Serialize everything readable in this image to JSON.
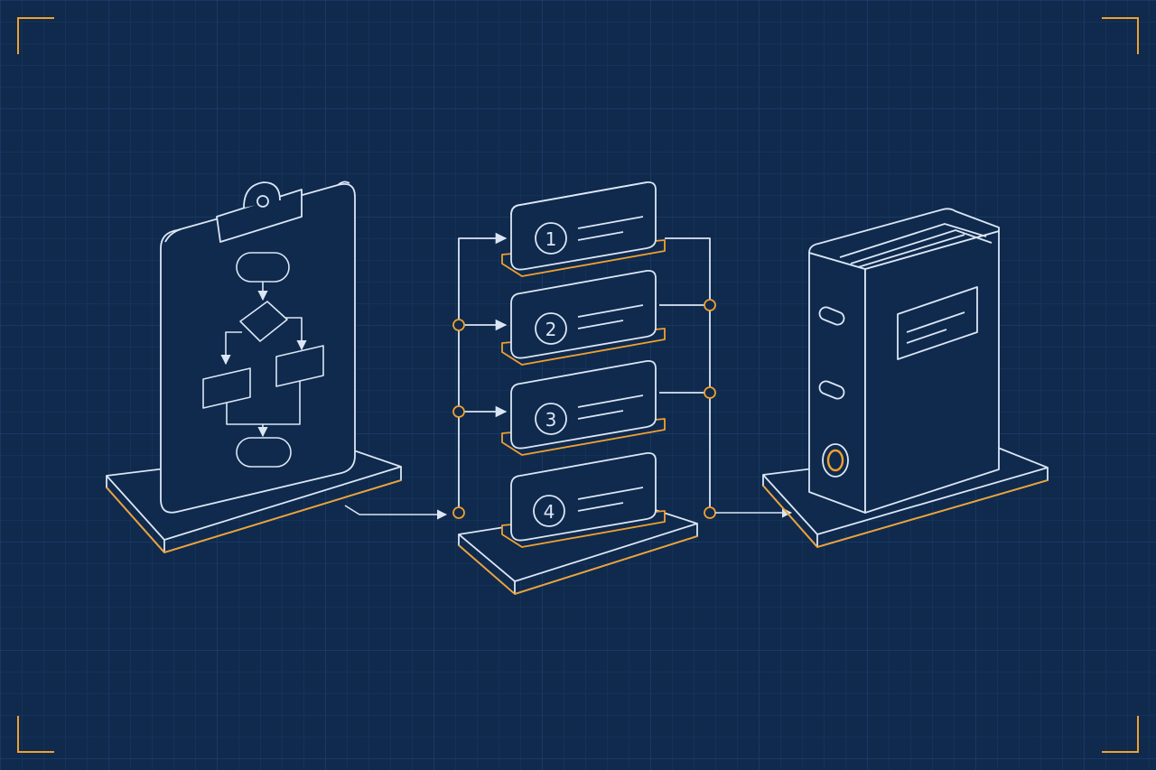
{
  "theme": {
    "background": "#0f2a4d",
    "grid_minor": "#1a3a62",
    "grid_major": "#21467a",
    "line": "#dbe6f5",
    "accent": "#f0a030"
  },
  "steps": [
    {
      "number": "1"
    },
    {
      "number": "2"
    },
    {
      "number": "3"
    },
    {
      "number": "4"
    }
  ],
  "icons": {
    "source": "clipboard-flowchart-icon",
    "process": "numbered-steps-stack-icon",
    "output": "binder-folder-icon"
  }
}
